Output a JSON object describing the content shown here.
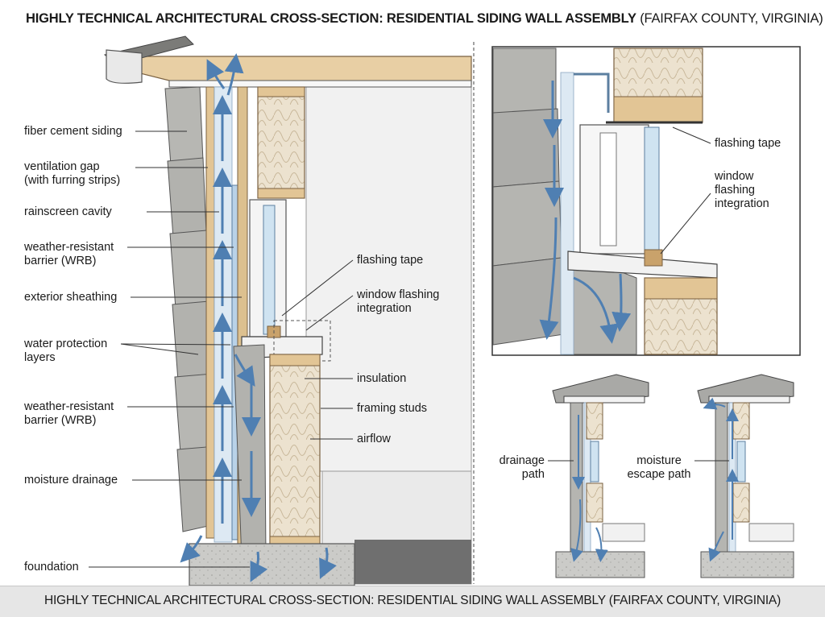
{
  "title": {
    "bold": "HIGHLY TECHNICAL ARCHITECTURAL CROSS-SECTION: RESIDENTIAL SIDING WALL ASSEMBLY",
    "normal": " (FAIRFAX COUNTY, VIRGINIA)"
  },
  "footer": "HIGHLY TECHNICAL ARCHITECTURAL CROSS-SECTION: RESIDENTIAL SIDING WALL ASSEMBLY (FAIRFAX COUNTY, VIRGINIA)",
  "left_labels": {
    "fiber_cement_siding": "fiber cement siding",
    "ventilation_gap_1": "ventilation gap",
    "ventilation_gap_2": "(with furring strips)",
    "rainscreen_cavity": "rainscreen cavity",
    "wrb_top_1": "weather-resistant",
    "wrb_top_2": "barrier (WRB)",
    "exterior_sheathing": "exterior sheathing",
    "water_protection_1": "water protection",
    "water_protection_2": "layers",
    "wrb_bottom_1": "weather-resistant",
    "wrb_bottom_2": "barrier (WRB)",
    "moisture_drainage": "moisture drainage",
    "foundation": "foundation"
  },
  "mid_labels": {
    "flashing_tape": "flashing tape",
    "window_flashing_1": "window flashing",
    "window_flashing_2": "integration",
    "insulation": "insulation",
    "framing_studs": "framing studs",
    "airflow": "airflow"
  },
  "detail_labels": {
    "flashing_tape": "flashing tape",
    "window_1": "window",
    "window_2": "flashing",
    "window_3": "integration"
  },
  "small_labels": {
    "drainage_1": "drainage",
    "drainage_2": "path",
    "moisture_1": "moisture",
    "moisture_2": "escape path"
  },
  "colors": {
    "wood": "#e8cfa4",
    "wood_dark": "#c9a26b",
    "siding": "#b8b8b4",
    "siding_dark": "#8f8f8c",
    "insulation": "#e9dfcd",
    "wrb": "#c9dcec",
    "airflow": "#4f7fb2",
    "concrete": "#c9c9c6",
    "outline": "#333333"
  }
}
